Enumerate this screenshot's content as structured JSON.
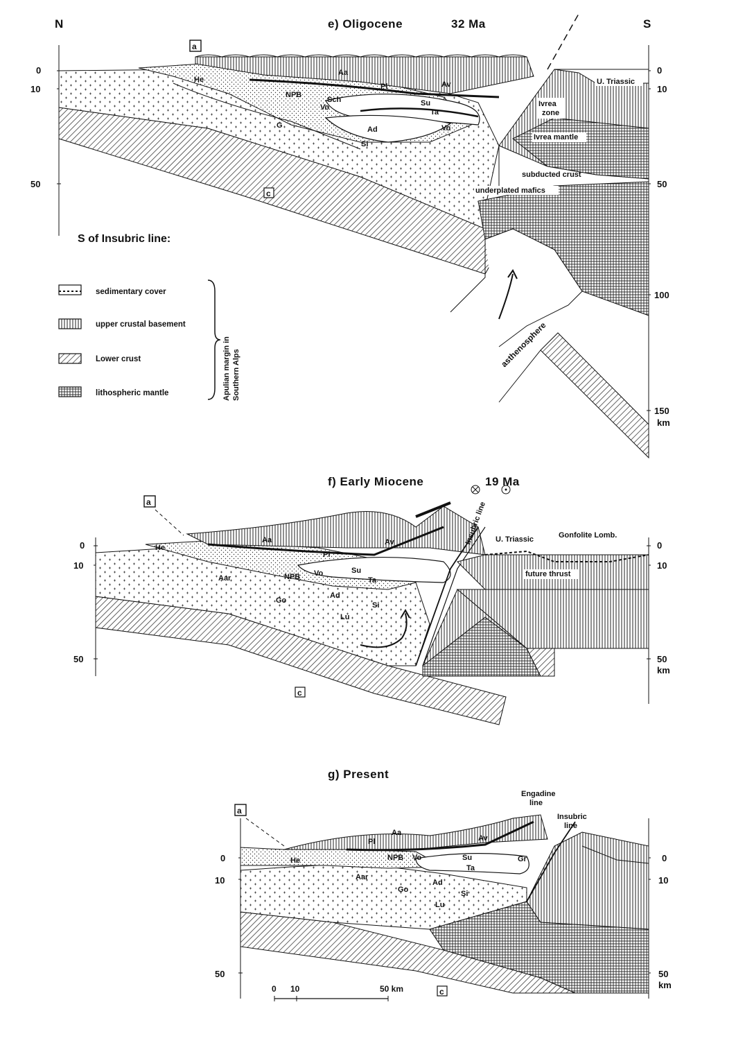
{
  "panel_e": {
    "title": "e) Oligocene",
    "age": "32 Ma",
    "north": "N",
    "south": "S",
    "box_a": "a",
    "box_c": "c",
    "left_ticks": [
      "0",
      "10",
      "50"
    ],
    "right_ticks": [
      "0",
      "10",
      "50",
      "100",
      "150"
    ],
    "right_unit": "km",
    "units": [
      "Aa",
      "He",
      "Pl",
      "Av",
      "NPB",
      "Sch",
      "Su",
      "Vo",
      "Ta",
      "G",
      "Ad",
      "Vo",
      "Si"
    ],
    "labels": {
      "u_triassic": "U. Triassic",
      "ivrea_zone_1": "Ivrea",
      "ivrea_zone_2": "zone",
      "ivrea_mantle": "Ivrea mantle",
      "subducted_crust": "subducted crust",
      "underplated_mafics": "underplated mafics",
      "asthenosphere": "asthenosphere"
    }
  },
  "legend": {
    "heading": "S of Insubric line:",
    "items": [
      {
        "label": "sedimentary cover"
      },
      {
        "label": "upper crustal basement"
      },
      {
        "label": "Lower crust"
      },
      {
        "label": "lithospheric mantle"
      }
    ],
    "brace_label_1": "Apulian margin in",
    "brace_label_2": "Southern Alps"
  },
  "panel_f": {
    "title": "f) Early Miocene",
    "age": "19 Ma",
    "box_a": "a",
    "box_c": "c",
    "left_ticks": [
      "0",
      "10",
      "50"
    ],
    "right_ticks": [
      "0",
      "10",
      "50"
    ],
    "right_unit": "km",
    "units": [
      "He",
      "Aa",
      "Pl",
      "Av",
      "Aar",
      "NPB",
      "Vo",
      "Su",
      "Ta",
      "Go",
      "Ad",
      "Si",
      "Lu"
    ],
    "labels": {
      "insubric_line": "Insubric line",
      "u_triassic": "U. Triassic",
      "gonfolite": "Gonfolite Lomb.",
      "future_thrust": "future thrust"
    }
  },
  "panel_g": {
    "title": "g) Present",
    "box_a": "a",
    "box_c": "c",
    "left_ticks": [
      "0",
      "10",
      "50"
    ],
    "right_ticks": [
      "0",
      "10",
      "50"
    ],
    "right_unit": "km",
    "units": [
      "He",
      "Pl",
      "Aa",
      "Av",
      "Aar",
      "NPB",
      "Vo",
      "Su",
      "Ta",
      "Gr",
      "Go",
      "Ad",
      "Si",
      "Lu"
    ],
    "labels": {
      "engadine_1": "Engadine",
      "engadine_2": "line",
      "insubric_1": "Insubric",
      "insubric_2": "line"
    },
    "scale": {
      "zero": "0",
      "ten": "10",
      "fifty": "50 km"
    }
  }
}
